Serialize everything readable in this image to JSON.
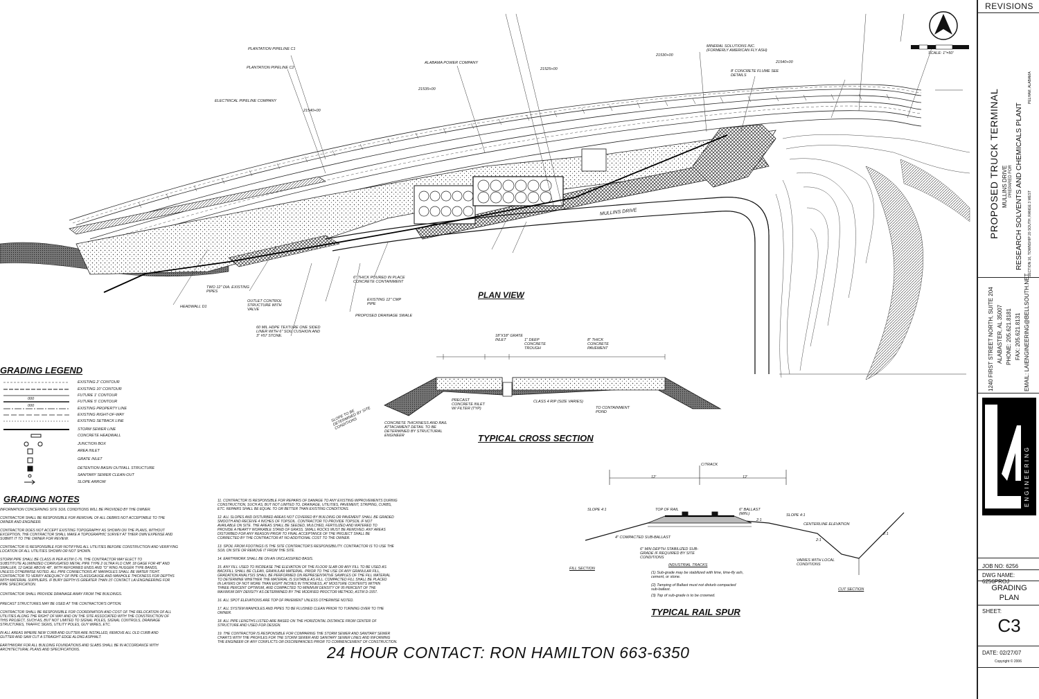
{
  "revisions_label": "REVISIONS",
  "plan_view_label": "PLAN VIEW",
  "cross_section_label": "TYPICAL CROSS SECTION",
  "rail_spur_label": "TYPICAL RAIL SPUR",
  "contact_line": "24 HOUR CONTACT: RON HAMILTON 663-6350",
  "project": {
    "title": "PROPOSED TRUCK TERMINAL",
    "road": "MULLINS DRIVE",
    "prepared_for": "PREPARED FOR",
    "client": "RESEARCH SOLVENTS AND CHEMICALS PLANT",
    "location": "SECTION 16, TOWNSHIP 20 SOUTH, RANGE 3 WEST",
    "city": "PELHAM, ALABAMA"
  },
  "firm": {
    "address": "1240 FIRST STREET NORTH, SUITE 204",
    "city": "ALABASTER, AL 35007",
    "phone": "PHONE: 205.621.8181",
    "fax": "FAX: 205.621.8131",
    "email": "EMAIL: LAIENGINEERING@BELLSOUTH.NET",
    "logo_text": "ENGINEERING"
  },
  "sheet": {
    "job_no": "JOB NO: 6256",
    "dwg_name": "DWG NAME: 6256PROJ",
    "sheet_title_1": "GRADING",
    "sheet_title_2": "PLAN",
    "sheet_label": "SHEET:",
    "sheet_number": "C3",
    "date": "DATE: 02/27/07",
    "copyright": "Copyright © 2006"
  },
  "scale_label": "SCALE: 1\"=50'",
  "grading_legend": {
    "title": "GRADING LEGEND",
    "items": [
      "EXISTING 2' CONTOUR",
      "EXISTING 10' CONTOUR",
      "FUTURE 1' CONTOUR",
      "FUTURE 5' CONTOUR",
      "EXISTING PROPERTY LINE",
      "EXISTING RIGHT-OF-WAY",
      "EXISTING SETBACK LINE",
      "STORM SEWER LINE",
      "CONCRETE HEADWALL",
      "JUNCTION BOX",
      "AREA INLET",
      "GRATE INLET",
      "DETENTION BASIN OUTFALL STRUCTURE",
      "SANITARY SEWER CLEAN-OUT",
      "SLOPE ARROW"
    ],
    "contour_labels": [
      "000",
      "000"
    ]
  },
  "grading_notes": {
    "title": "GRADING NOTES",
    "left": [
      "INFORMATION CONCERNING SITE SOIL CONDITIONS WILL BE PROVIDED BY THE OWNER.",
      "CONTRACTOR SHALL BE RESPONSIBLE FOR REMOVAL OF ALL DEBRIS NOT ACCEPTABLE TO THE",
      "OWNER AND ENGINEER.",
      "CONTRACTOR DOES NOT ACCEPT EXISTING TOPOGRAPHY AS SHOWN ON THE PLANS, WITHOUT",
      "EXCEPTION, THE CONTRACTOR SHALL MAKE A TOPOGRAPHIC SURVEY AT THEIR OWN EXPENSE AND",
      "SUBMIT IT TO THE OWNER FOR REVIEW.",
      "CONTRACTOR IS RESPONSIBLE FOR NOTIFYING ALL UTILITIES BEFORE CONSTRUCTION AND VERIFYING",
      "LOCATION OF ALL UTILITIES SHOWN OR NOT SHOWN.",
      "STORM PIPE SHALL BE CLASS III PER ASTM C-76. THE CONTRACTOR MAY ELECT TO",
      "SUBSTITUTE ALUMINIZED CORRUGATED METAL PIPE TYPE 2 ULTRA FLO CMP, 18 GAGE FOR 48\" AND",
      "SMALLER, 12 GAGE ABOVE 48\", WITH REFORMED ENDS AND \"O\" RING HUGGER TYPE BANDS,",
      "UNLESS OTHERWISE NOTED. ALL PIPE CONNECTIONS AT MANHOLES SHALL BE WATER TIGHT.",
      "CONTRACTOR TO VERIFY ADEQUACY OF PIPE CLASS/GAUGE AND MANHOLE THICKNESS FOR DEPTHS",
      "WITH MATERIAL SUPPLIERS. IF BURY DEPTH IS GREATER THAN 15' CONTACT LAI ENGINEERING FOR",
      "PIPE SPECIFICATION.",
      "CONTRACTOR SHALL PROVIDE DRAINAGE AWAY FROM THE BUILDINGS.",
      "PRECAST STRUCTURES MAY BE USED AT THE CONTRACTOR'S OPTION.",
      "CONTRACTOR SHALL BE RESPONSIBLE FOR COORDINATION AND COST OF THE RELOCATION OF ALL",
      "UTILITIES ALONG THE RIGHT OF WAY AND ON THE SITE ASSOCIATED WITH THE CONSTRUCTION OF",
      "THIS PROJECT, SUCH AS, BUT NOT LIMITED TO SIGNAL POLES, SIGNAL CONTROLS, DRAINAGE",
      "STRUCTURES, TRAFFIC SIGNS, UTILITY POLES, GUY WIRES, ETC.",
      "IN ALL AREAS WHERE NEW CURB AND GUTTER ARE INSTALLED, REMOVE ALL OLD CURB AND",
      "GUTTER AND SAW CUT A STRAIGHT EDGE ALONG ASPHALT.",
      "EARTHWORK FOR ALL BUILDING FOUNDATIONS AND SLABS SHALL BE IN ACCORDANCE WITH",
      "ARCHITECTURAL PLANS AND SPECIFICATIONS."
    ],
    "right": [
      "11.  CONTRACTOR IS RESPONSIBLE FOR REPAIRS OF DAMAGE TO ANY EXISTING IMPROVEMENTS DURING",
      "      CONSTRUCTION, SUCH AS, BUT NOT LIMITED TO, DRAINAGE, UTILITIES, PAVEMENT, STRIPING, CURBS,",
      "      ETC. REPAIRS SHALL BE EQUAL TO OR BETTER THAN EXISTING CONDITIONS.",
      "12.  ALL SLOPES AND DISTURBED AREAS NOT COVERED BY BUILDING OR PAVEMENT SHALL BE GRADED",
      "      SMOOTH AND RECEIVE 4 INCHES OF TOPSOIL. CONTRACTOR TO PROVIDE TOPSOIL IF NOT",
      "      AVAILABLE ON SITE. THE AREAS SHALL BE SEEDED, MULCHED, FERTILIZED AND WATERED TO",
      "      PROVIDE A HEARTY WORKABLE STAND OF GRASS. SMALL ROCKS MUST BE REMOVED. ANY AREAS",
      "      DISTURBED FOR ANY REASON PRIOR TO FINAL ACCEPTANCE OF THE PROJECT SHALL BE",
      "      CORRECTED BY THE CONTRACTOR AT NO ADDITIONAL COST TO THE OWNER.",
      "13.  SPOIL FROM FOOTINGS IS THE SITE CONTRACTOR'S RESPONSIBILITY. CONTRACTOR IS TO USE THE",
      "      SOIL ON SITE OR REMOVE IT FROM THE SITE.",
      "14.  EARTHWORK SHALL BE ON AN UNCLASSIFIED BASIS.",
      "15.  ANY FILL USED TO INCREASE THE ELEVATION OF THE FLOOR SLAB OR ANY FILL TO BE USED AS",
      "      BACKFILL SHALL BE CLEAN, GRANULAR MATERIAL. PRIOR TO THE USE OF ANY GRANULAR FILL,",
      "      GRADATION ANALYSIS SHALL BE PERFORMED ON REPRESENTATIVE SAMPLES OF THE FILL MATERIAL",
      "      TO DETERMINE WHETHER THE MATERIAL IS SUITABLE AS FILL. COMPACTED FILL SHALL BE PLACED",
      "      IN LAYERS OF NOT MORE THAN EIGHT INCHES IN THICKNESS, AT MOISTURE CONTENTS WITHIN",
      "      THREE PERCENT OPTIMUM, AND COMPACTED TO MINIMUM DENSITY OF 95 PERCENT OF THE",
      "      MAXIMUM DRY DENSITY AS DETERMINED BY THE MODIFIED PROCTOR METHOD, ASTM D-1557.",
      "16.  ALL SPOT ELEVATIONS ARE TOP OF PAVEMENT UNLESS OTHERWISE NOTED.",
      "17.  ALL SYSTEM MANHOLES AND PIPES TO BE FLUSHED CLEAN PRIOR TO TURNING OVER TO THE",
      "      OWNER.",
      "18.  ALL PIPE LENGTHS LISTED ARE BASED ON THE HORIZONTAL DISTANCE FROM CENTER OF",
      "      STRUCTURE AND USED FOR DESIGN.",
      "19.  THE CONTRACTOR IS RESPONSIBLE FOR COMPARING THE STORM SEWER AND SANITARY SEWER",
      "      CHARTS WITH THE PROFILES FOR THE STORM SEWER AND SANITARY SEWER LINES AND INFORMING",
      "      THE ENGINEER OF ANY CONFLICTS OR DISCREPANCIES PRIOR TO COMMENCEMENT OF CONSTRUCTION."
    ]
  },
  "plan_labels": {
    "mullins_drive": "MULLINS DRIVE",
    "headwall_d1": "HEADWALL D1",
    "proposed_swale": "PROPOSED DRAINAGE SWALE",
    "existing_pipes": "TWO 12\" DIA. EXISTING PIPES",
    "outlet": "OUTLET CONTROL STRUCTURE WITH VALVE",
    "concrete_containment": "6\" THICK POURED IN PLACE CONCRETE CONTAINMENT",
    "existing_cmp": "EXISTING 12\" CMP PIPE",
    "alabama_power": "ALABAMA POWER COMPANY",
    "plantation_c1": "PLANTATION PIPELINE C1",
    "plantation_c2": "PLANTATION PIPELINE C2",
    "electrical": "ELECTRICAL PIPELINE COMPANY",
    "mineral": "MINERAL SOLUTIONS INC. (FORMERLY AMERICAN FLY ASH)",
    "flume": "8' CONCRETE FLUME SEE DETAILS",
    "liner": "60 MIL HDPE TEXTURE ONE SIDED LINER WITH 6\" SOIL CUSHION AND 3\" #57 STONE.",
    "station_1": "21525+00",
    "station_2": "21530+00",
    "station_3": "21535+00",
    "station_4": "21540+00",
    "station_5": "21540+00"
  },
  "cross_section_labels": {
    "grate_inlet": "18\"X18\" GRATE INLET",
    "deep_trough": "1\" DEEP CONCRETE TROUGH",
    "pavement": "8\" THICK CONCRETE PAVEMENT",
    "precast": "PRECAST CONCRETE INLET W/ FILTER (TYP)",
    "concrete_thickness": "CONCRETE THICKNESS AND RAIL ATTACHMENT DETAIL TO BE DETERMINED BY STRUCTURAL ENGINEER",
    "slope_det": "SLOPE TO BE DETERMINED BY SITE CONDITIONS",
    "class4": "CLASS 4 RIP (SIZE VARIES)",
    "to_pond": "TO CONTAINMENT POND"
  },
  "rail_labels": {
    "track": "C/TRACK",
    "dim_12a": "12'",
    "dim_12b": "12'",
    "top_of_rail": "TOP OF RAIL",
    "ballast": "6\" BALLAST (MIN.)",
    "slope_left": "SLOPE 4:1",
    "slope_right": "SLOPE 4:1",
    "centerline": "CENTERLINE ELEVATION",
    "sub_ballast": "4\" COMPACTED SUB-BALLAST",
    "stabilized": "6\" MIN DEPTH STABILIZED SUB-GRADE IF REQUIRED BY SITE CONDITIONS",
    "fill_section": "FILL SECTION",
    "cut_section": "CUT SECTION",
    "varies": "VARIES WITH LOCAL CONDITIONS",
    "ratio_21a": "2:1",
    "ratio_21b": "2:1",
    "ratio_21c": "2:1",
    "industrial_tracks": "INDUSTRIAL TRACKS",
    "it_1": "(1) Sub-grade may be stabilized with lime, lime-fly ash, cement, or stone.",
    "it_2": "(2) Tamping of Ballast must not disturb compacted sub-ballast.",
    "it_3": "(3) Top of sub-grade is to be crowned."
  }
}
